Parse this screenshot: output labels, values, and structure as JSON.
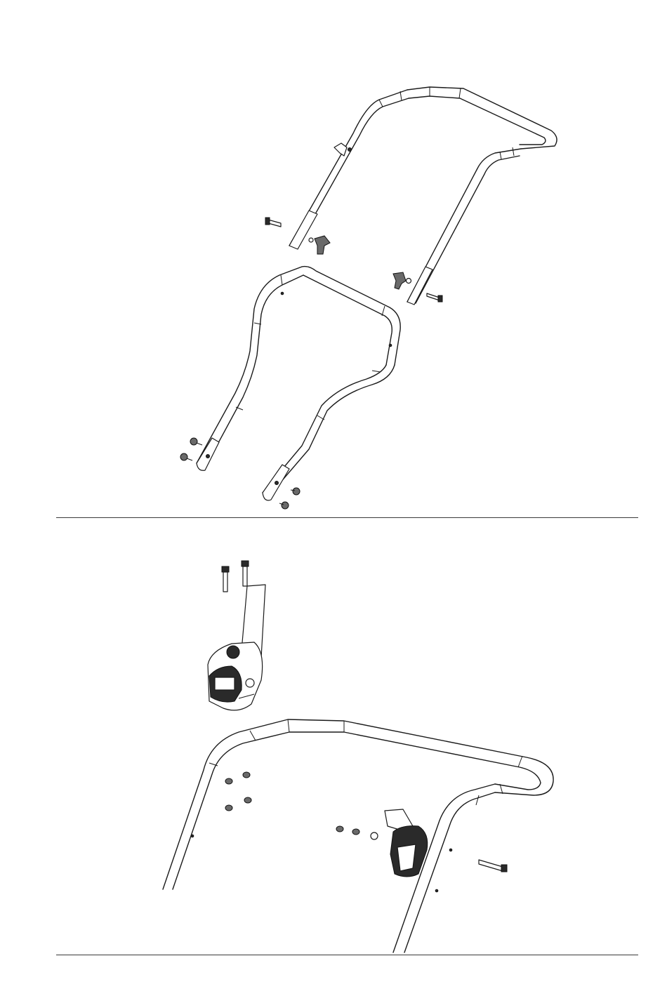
{
  "page": {
    "page_number": ""
  },
  "figures": [
    {
      "id": "top",
      "content": "upper-and-lower-handle-exploded-view"
    },
    {
      "id": "bottom",
      "content": "control-box-mounting-on-handle"
    }
  ],
  "colors": {
    "line": "#1a1a1a",
    "rule": "#3a3a3a",
    "background": "#ffffff"
  }
}
